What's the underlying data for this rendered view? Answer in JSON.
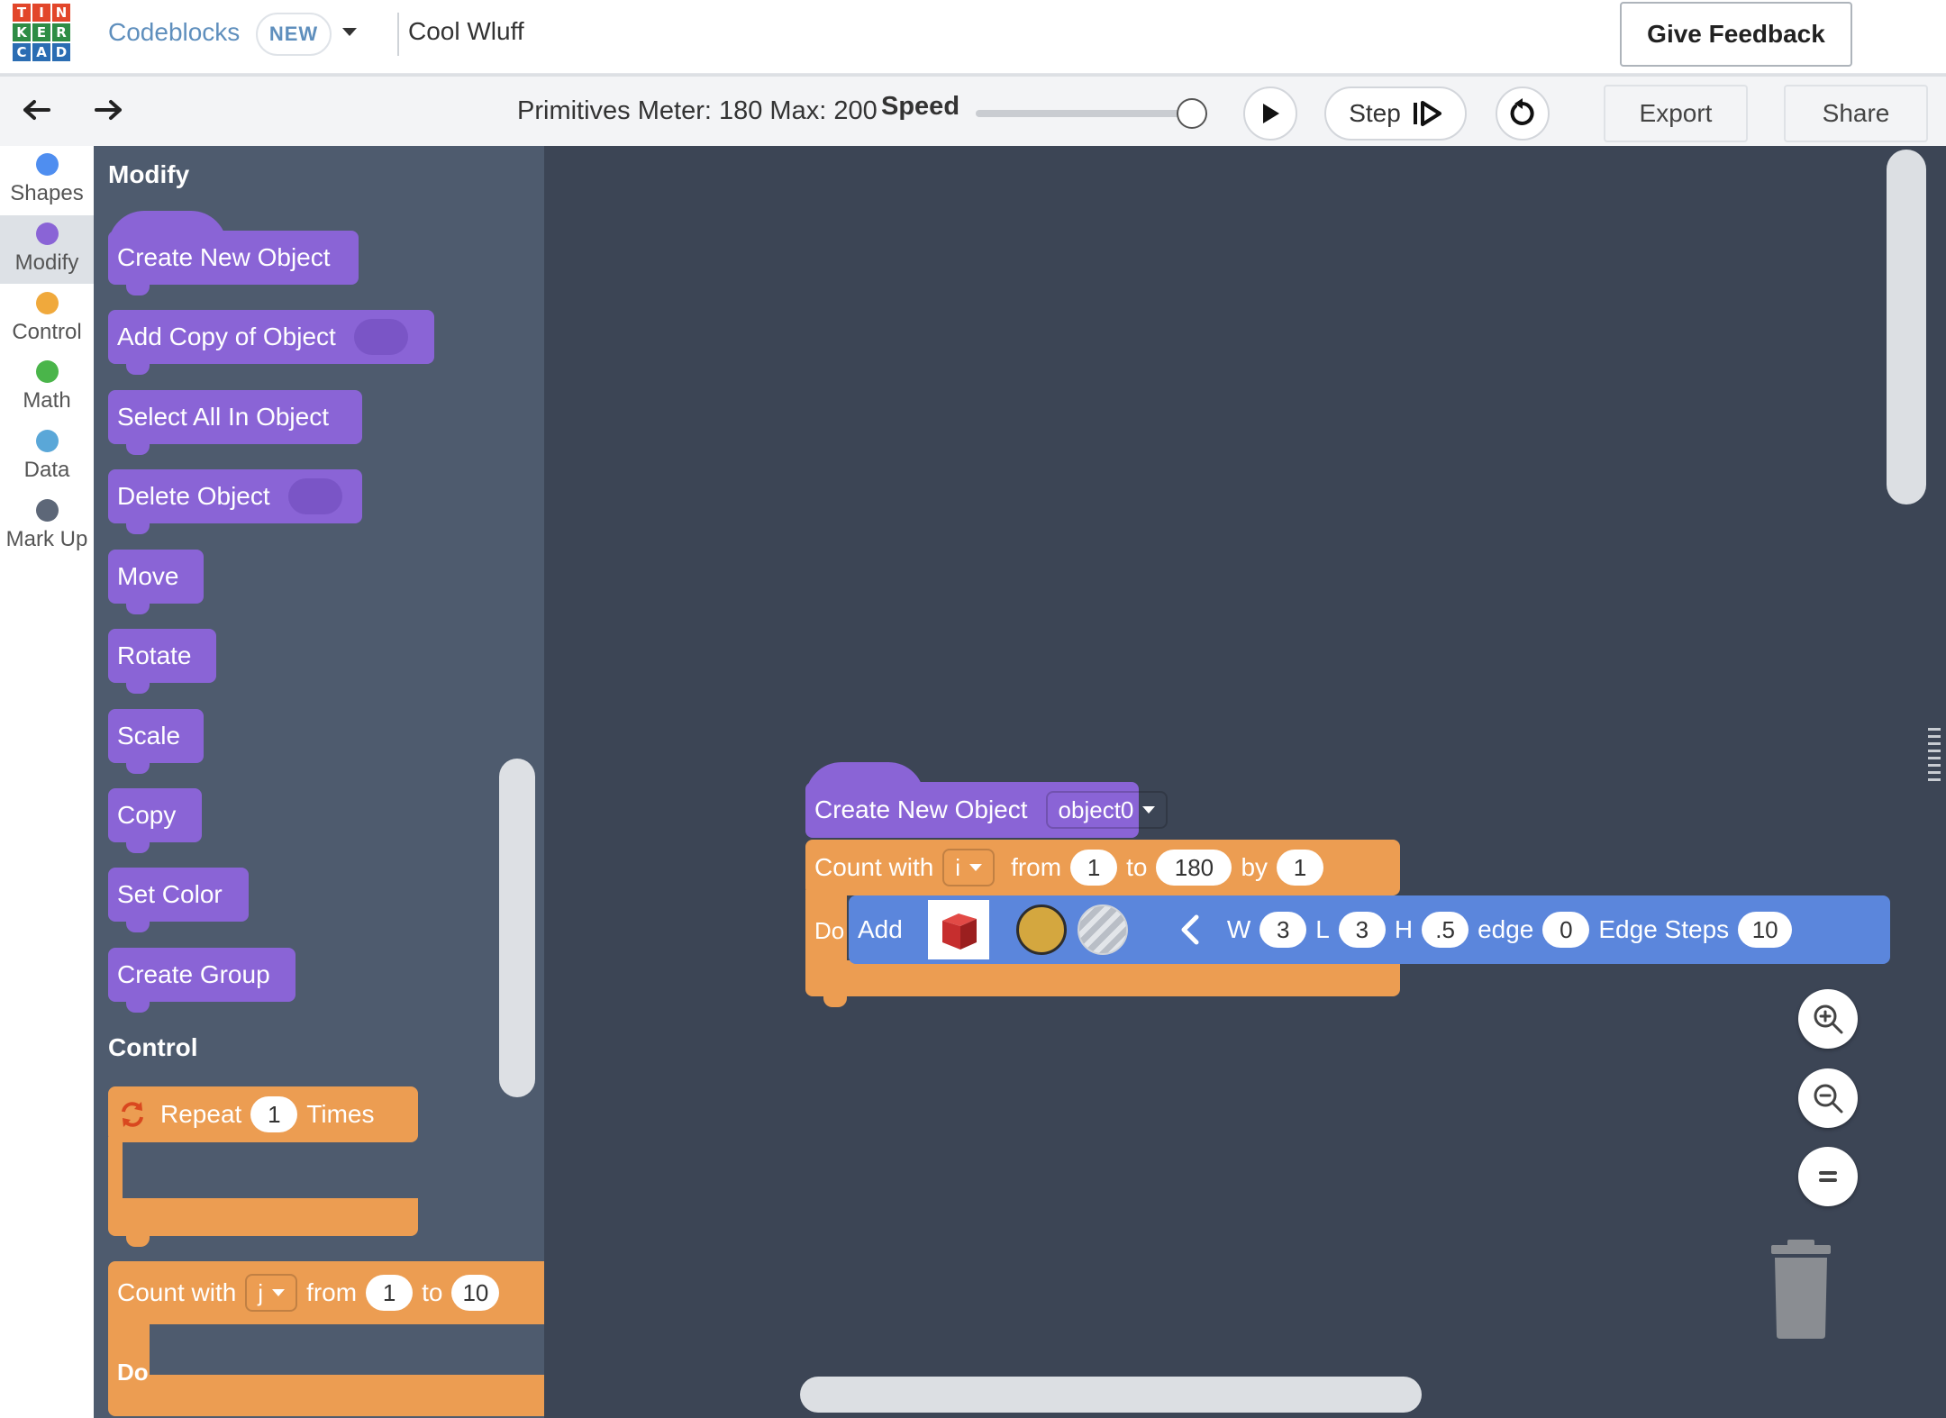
{
  "header": {
    "logo_letters": [
      "T",
      "I",
      "N",
      "K",
      "E",
      "R",
      "C",
      "A",
      "D"
    ],
    "logo_colors": [
      "#e2462a",
      "#e2462a",
      "#e2462a",
      "#2e8c45",
      "#2e8c45",
      "#2e8c45",
      "#2b6db3",
      "#2b6db3",
      "#2b6db3"
    ],
    "app_name": "Codeblocks",
    "new_badge": "NEW",
    "project_name": "Cool Wluff",
    "feedback_label": "Give Feedback"
  },
  "toolbar": {
    "meter_text": "Primitives Meter: 180 Max: 200",
    "speed_label": "Speed",
    "speed_level": 1.0,
    "step_label": "Step",
    "export_label": "Export",
    "share_label": "Share"
  },
  "categories": [
    {
      "label": "Shapes",
      "color": "#4f8ef0"
    },
    {
      "label": "Modify",
      "color": "#8a64d6"
    },
    {
      "label": "Control",
      "color": "#f0a93c"
    },
    {
      "label": "Math",
      "color": "#4ab54a"
    },
    {
      "label": "Data",
      "color": "#5aa7d8"
    },
    {
      "label": "Mark Up",
      "color": "#5d6778"
    }
  ],
  "flyout": {
    "modify_heading": "Modify",
    "modify_blocks": [
      "Create New Object",
      "Add Copy of Object",
      "Select All In Object",
      "Delete Object",
      "Move",
      "Rotate",
      "Scale",
      "Copy",
      "Set Color",
      "Create Group"
    ],
    "control_heading": "Control",
    "repeat": {
      "label": "Repeat",
      "count": "1",
      "times": "Times"
    },
    "count": {
      "label": "Count with",
      "var": "j",
      "from": "from",
      "from_val": "1",
      "to": "to",
      "to_val": "10",
      "do": "Do"
    }
  },
  "workspace": {
    "create_block": {
      "label": "Create New Object",
      "object": "object0"
    },
    "count_block": {
      "label": "Count with",
      "var": "i",
      "from": "from",
      "from_val": "1",
      "to": "to",
      "to_val": "180",
      "by": "by",
      "by_val": "1",
      "do": "Do"
    },
    "add_block": {
      "label": "Add",
      "w_label": "W",
      "w_val": "3",
      "l_label": "L",
      "l_val": "3",
      "h_label": "H",
      "h_val": ".5",
      "edge_label": "edge",
      "edge_val": "0",
      "steps_label": "Edge Steps",
      "steps_val": "10"
    }
  }
}
